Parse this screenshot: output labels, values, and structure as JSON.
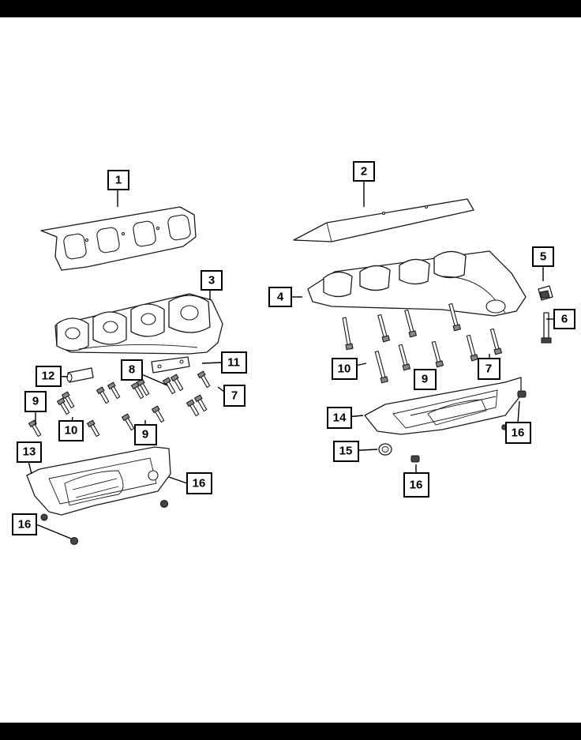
{
  "diagram": {
    "callouts": [
      {
        "id": "c1",
        "label": "1"
      },
      {
        "id": "c2",
        "label": "2"
      },
      {
        "id": "c3",
        "label": "3"
      },
      {
        "id": "c4",
        "label": "4"
      },
      {
        "id": "c5",
        "label": "5"
      },
      {
        "id": "c6",
        "label": "6"
      },
      {
        "id": "c7a",
        "label": "7"
      },
      {
        "id": "c7b",
        "label": "7"
      },
      {
        "id": "c8",
        "label": "8"
      },
      {
        "id": "c9a",
        "label": "9"
      },
      {
        "id": "c9b",
        "label": "9"
      },
      {
        "id": "c9c",
        "label": "9"
      },
      {
        "id": "c10a",
        "label": "10"
      },
      {
        "id": "c10b",
        "label": "10"
      },
      {
        "id": "c11",
        "label": "11"
      },
      {
        "id": "c12",
        "label": "12"
      },
      {
        "id": "c13",
        "label": "13"
      },
      {
        "id": "c14",
        "label": "14"
      },
      {
        "id": "c15",
        "label": "15"
      },
      {
        "id": "c16a",
        "label": "16"
      },
      {
        "id": "c16b",
        "label": "16"
      },
      {
        "id": "c16c",
        "label": "16"
      },
      {
        "id": "c16d",
        "label": "16"
      }
    ]
  }
}
